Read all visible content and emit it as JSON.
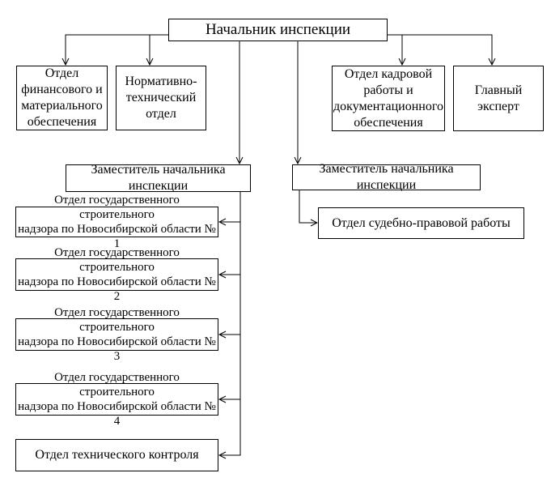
{
  "diagram": {
    "type": "org-chart",
    "colors": {
      "background": "#ffffff",
      "box_fill": "#ffffff",
      "box_border": "#000000",
      "line": "#000000",
      "text": "#000000"
    },
    "nodes": {
      "head": {
        "label": "Начальник инспекции"
      },
      "finance": {
        "label": "Отдел\nфинансового и\nматериального\nобеспечения"
      },
      "normative": {
        "label": "Нормативно-\nтехнический\nотдел"
      },
      "hr": {
        "label": "Отдел кадровой\nработы и\nдокументационного\nобеспечения"
      },
      "chief_expert": {
        "label": "Главный\nэксперт"
      },
      "deputy_left": {
        "label": "Заместитель начальника инспекции"
      },
      "deputy_right": {
        "label": "Заместитель начальника инспекции"
      },
      "gsn1": {
        "label": "Отдел государственного строительного\nнадзора по Новосибирской области № 1"
      },
      "gsn2": {
        "label": "Отдел государственного строительного\nнадзора по Новосибирской области № 2"
      },
      "gsn3": {
        "label": "Отдел государственного строительного\nнадзора по Новосибирской области № 3"
      },
      "gsn4": {
        "label": "Отдел государственного строительного\nнадзора по Новосибирской области № 4"
      },
      "tech_control": {
        "label": "Отдел технического контроля"
      },
      "legal": {
        "label": "Отдел судебно-правовой работы"
      }
    },
    "edges": [
      {
        "from": "head",
        "to": "finance"
      },
      {
        "from": "head",
        "to": "normative"
      },
      {
        "from": "head",
        "to": "hr"
      },
      {
        "from": "head",
        "to": "chief_expert"
      },
      {
        "from": "head",
        "to": "deputy_left"
      },
      {
        "from": "head",
        "to": "deputy_right"
      },
      {
        "from": "deputy_left",
        "to": "gsn1"
      },
      {
        "from": "deputy_left",
        "to": "gsn2"
      },
      {
        "from": "deputy_left",
        "to": "gsn3"
      },
      {
        "from": "deputy_left",
        "to": "gsn4"
      },
      {
        "from": "deputy_left",
        "to": "tech_control"
      },
      {
        "from": "deputy_right",
        "to": "legal"
      }
    ]
  }
}
